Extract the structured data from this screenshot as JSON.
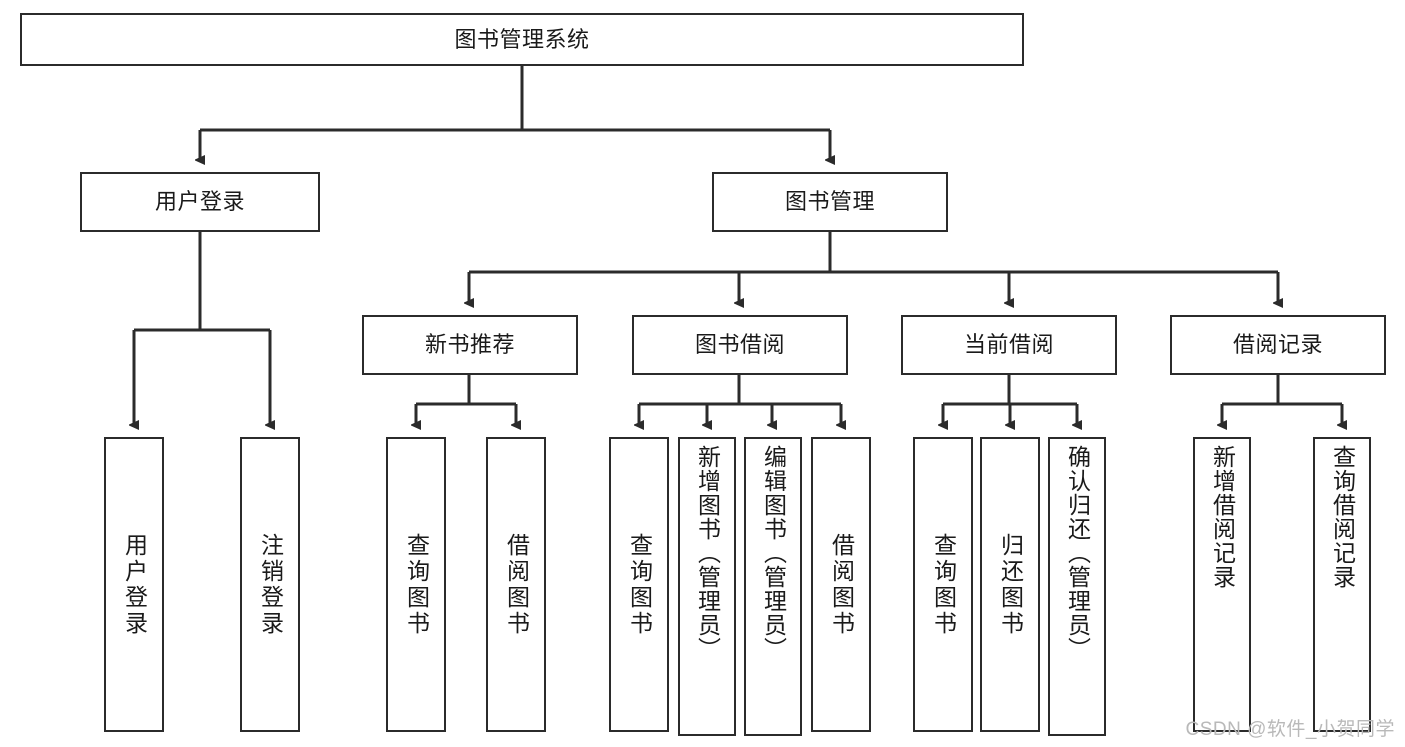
{
  "diagram": {
    "title_box": {
      "label": "图书管理系统"
    },
    "level1": [
      {
        "id": "user-login",
        "label": "用户登录"
      },
      {
        "id": "book-management",
        "label": "图书管理"
      }
    ],
    "level2": [
      {
        "id": "new-book-recommend",
        "label": "新书推荐"
      },
      {
        "id": "book-borrow",
        "label": "图书借阅"
      },
      {
        "id": "current-borrow",
        "label": "当前借阅"
      },
      {
        "id": "borrow-record",
        "label": "借阅记录"
      }
    ],
    "leaves": {
      "user_login": [
        {
          "id": "user-login-leaf",
          "label": "用户登录"
        },
        {
          "id": "logout-leaf",
          "label": "注销登录"
        }
      ],
      "new_book_recommend": [
        {
          "id": "query-book-1",
          "label": "查询图书"
        },
        {
          "id": "borrow-book-1",
          "label": "借阅图书"
        }
      ],
      "book_borrow": [
        {
          "id": "query-book-2",
          "label": "查询图书"
        },
        {
          "id": "add-book-admin",
          "label": "新增图书（管理员）"
        },
        {
          "id": "edit-book-admin",
          "label": "编辑图书（管理员）"
        },
        {
          "id": "borrow-book-2",
          "label": "借阅图书"
        }
      ],
      "current_borrow": [
        {
          "id": "query-book-3",
          "label": "查询图书"
        },
        {
          "id": "return-book",
          "label": "归还图书"
        },
        {
          "id": "confirm-return-admin",
          "label": "确认归还（管理员）"
        }
      ],
      "borrow_record": [
        {
          "id": "add-borrow-record",
          "label": "新增借阅记录"
        },
        {
          "id": "query-borrow-record",
          "label": "查询借阅记录"
        }
      ]
    }
  },
  "watermark": {
    "text": "CSDN @软件_小贺同学"
  },
  "colors": {
    "border": "#2b2b2b",
    "background": "#ffffff",
    "text": "#1a1a1a",
    "watermark": "#b9b9b9"
  }
}
